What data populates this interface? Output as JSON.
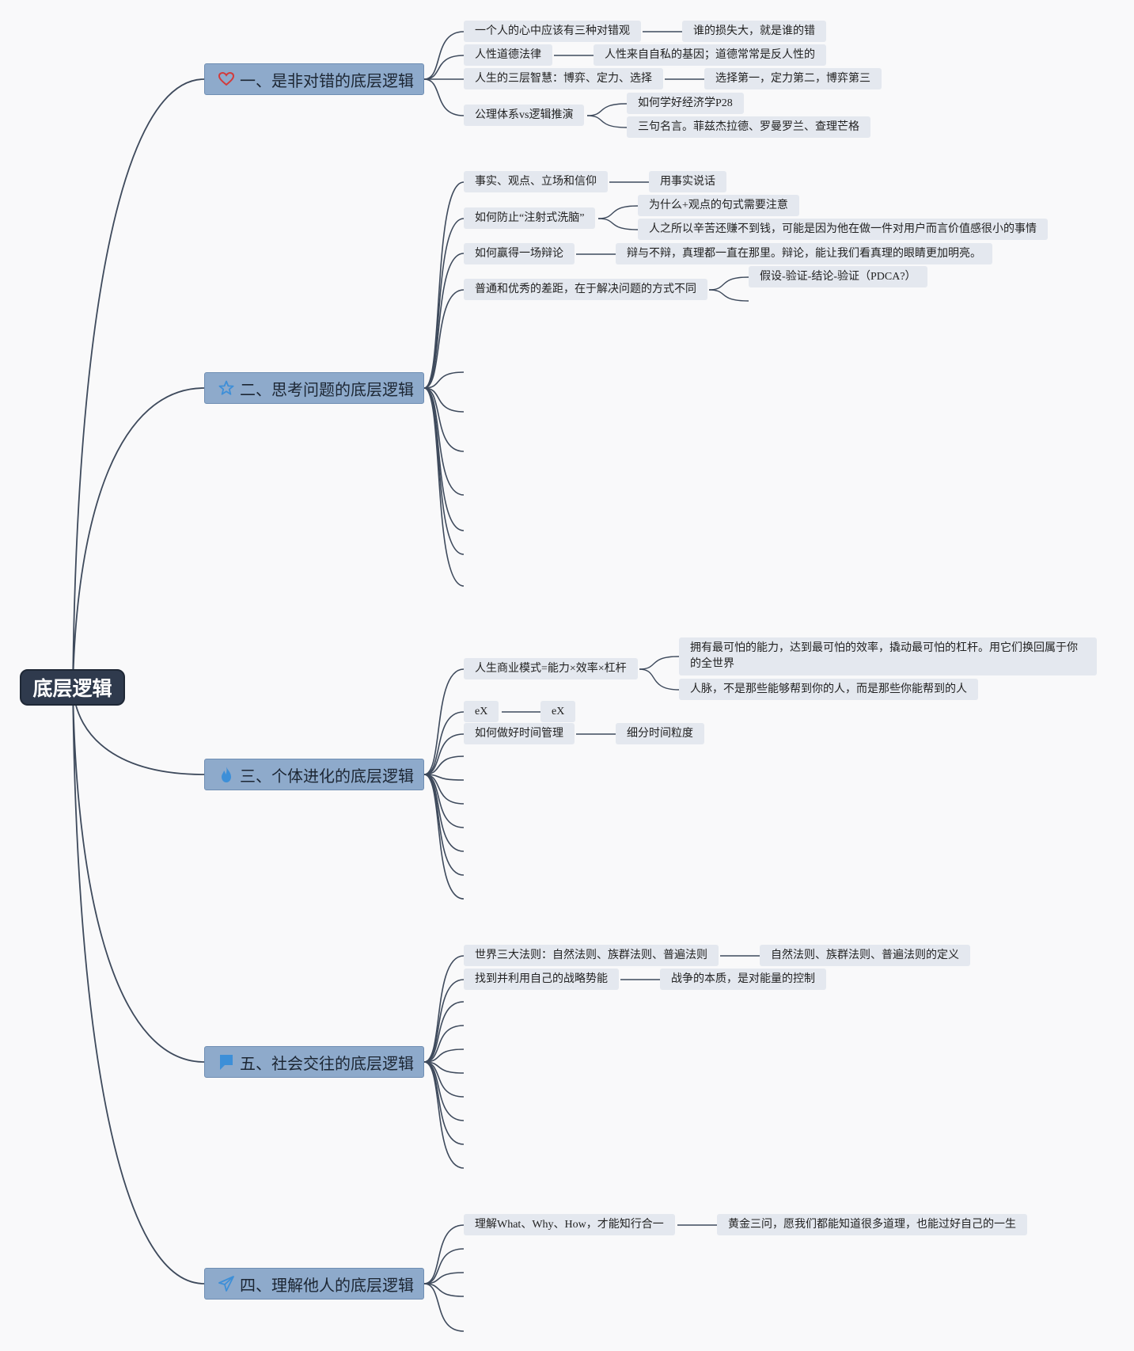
{
  "root": {
    "label": "底层逻辑"
  },
  "colors": {
    "edge": "#3e4a5c",
    "root_bg": "#2f3a4d",
    "main_bg": "#8eaacb",
    "node_bg": "#e4e8ef"
  },
  "branches": [
    {
      "label": "一、是非对错的底层逻辑",
      "icon": "heart-icon",
      "items": [
        {
          "label": "一个人的心中应该有三种对错观",
          "children": [
            "谁的损失大，就是谁的错"
          ]
        },
        {
          "label": "人性道德法律",
          "children": [
            "人性来自自私的基因；道德常常是反人性的"
          ]
        },
        {
          "label": "人生的三层智慧：博弈、定力、选择",
          "children": [
            "选择第一，定力第二，博弈第三"
          ]
        },
        {
          "label": "公理体系vs逻辑推演",
          "children": [
            "如何学好经济学P28",
            "三句名言。菲兹杰拉德、罗曼罗兰、查理芒格"
          ]
        }
      ]
    },
    {
      "label": "二、思考问题的底层逻辑",
      "icon": "star-icon",
      "items": [
        {
          "label": "事实、观点、立场和信仰",
          "children": [
            "用事实说话"
          ]
        },
        {
          "label": "如何防止“注射式洗脑”",
          "children": [
            "为什么+观点的句式需要注意",
            "人之所以辛苦还赚不到钱，可能是因为他在做一件对用户而言价值感很小的事情"
          ]
        },
        {
          "label": "如何赢得一场辩论",
          "children": [
            "辩与不辩，真理都一直在那里。辩论，能让我们看真理的眼睛更加明亮。"
          ]
        },
        {
          "label": "普通和优秀的差距，在于解决问题的方式不同",
          "children": [
            "假设-验证-结论-验证（PDCA?）"
          ]
        }
      ]
    },
    {
      "label": "三、个体进化的底层逻辑",
      "icon": "flame-icon",
      "items": [
        {
          "label": "人生商业模式=能力×效率×杠杆",
          "children": [
            "拥有最可怕的能力，达到最可怕的效率，撬动最可怕的杠杆。用它们换回属于你的全世界",
            "人脉，不是那些能够帮到你的人，而是那些你能帮到的人"
          ]
        },
        {
          "label": "eX",
          "children": [
            "eX"
          ]
        },
        {
          "label": "如何做好时间管理",
          "children": [
            "细分时间粒度"
          ]
        }
      ]
    },
    {
      "label": "五、社会交往的底层逻辑",
      "icon": "flag-icon",
      "items": [
        {
          "label": "世界三大法则：自然法则、族群法则、普遍法则",
          "children": [
            "自然法则、族群法则、普遍法则的定义"
          ]
        },
        {
          "label": "找到并利用自己的战略势能",
          "children": [
            "战争的本质，是对能量的控制"
          ]
        }
      ]
    },
    {
      "label": "四、理解他人的底层逻辑",
      "icon": "paper-plane-icon",
      "items": [
        {
          "label": "理解What、Why、How，才能知行合一",
          "children": [
            "黄金三问，愿我们都能知道很多道理，也能过好自己的一生"
          ]
        }
      ]
    }
  ]
}
